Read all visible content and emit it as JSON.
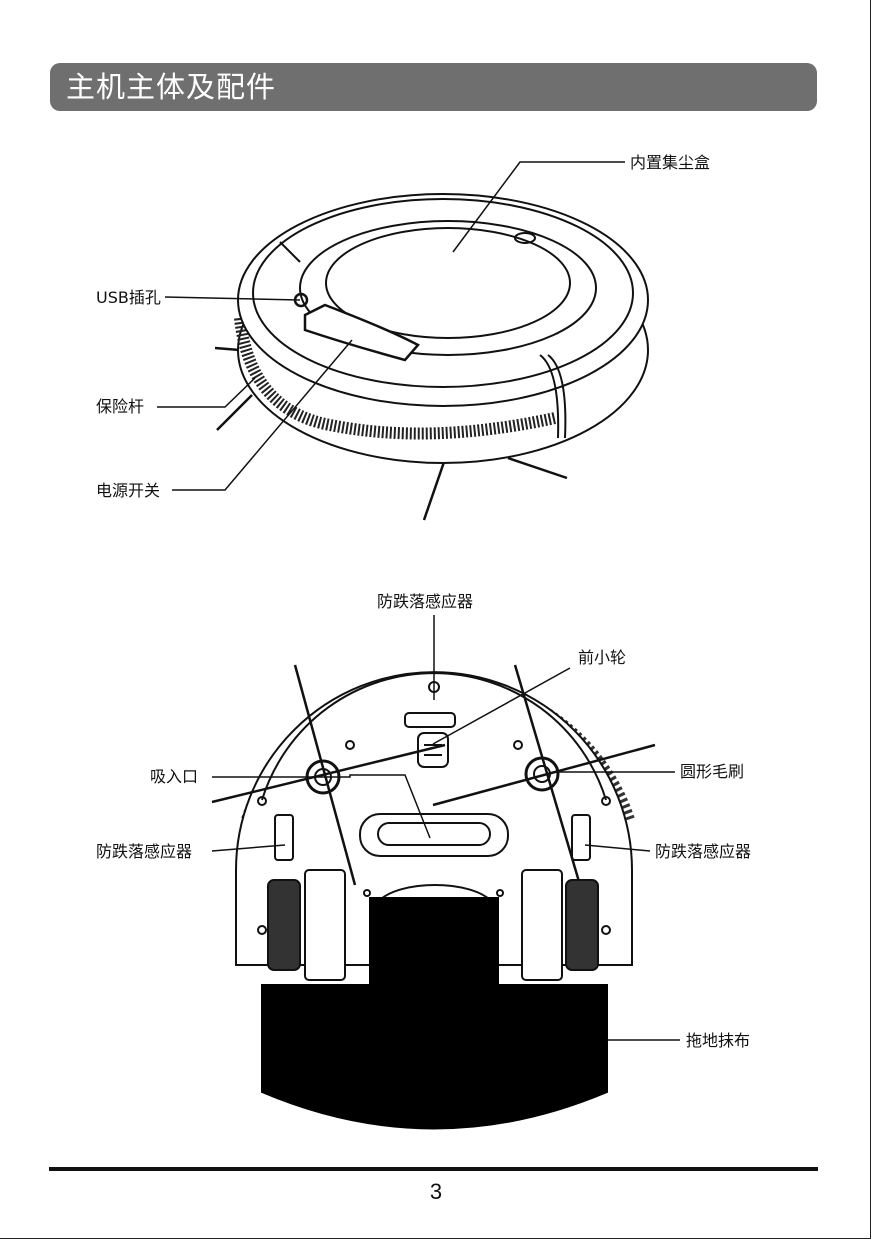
{
  "header": {
    "title": "主机主体及配件"
  },
  "top_figure": {
    "labels": {
      "dust_box": "内置集尘盒",
      "usb_port": "USB插孔",
      "bumper": "保险杆",
      "power_switch": "电源开关"
    }
  },
  "bottom_figure": {
    "labels": {
      "cliff_sensor_top": "防跌落感应器",
      "front_wheel": "前小轮",
      "suction_inlet": "吸入口",
      "side_brush": "圆形毛刷",
      "cliff_sensor_left": "防跌落感应器",
      "cliff_sensor_right": "防跌落感应器",
      "mop_cloth": "拖地抹布"
    }
  },
  "footer": {
    "page_number": "3"
  }
}
